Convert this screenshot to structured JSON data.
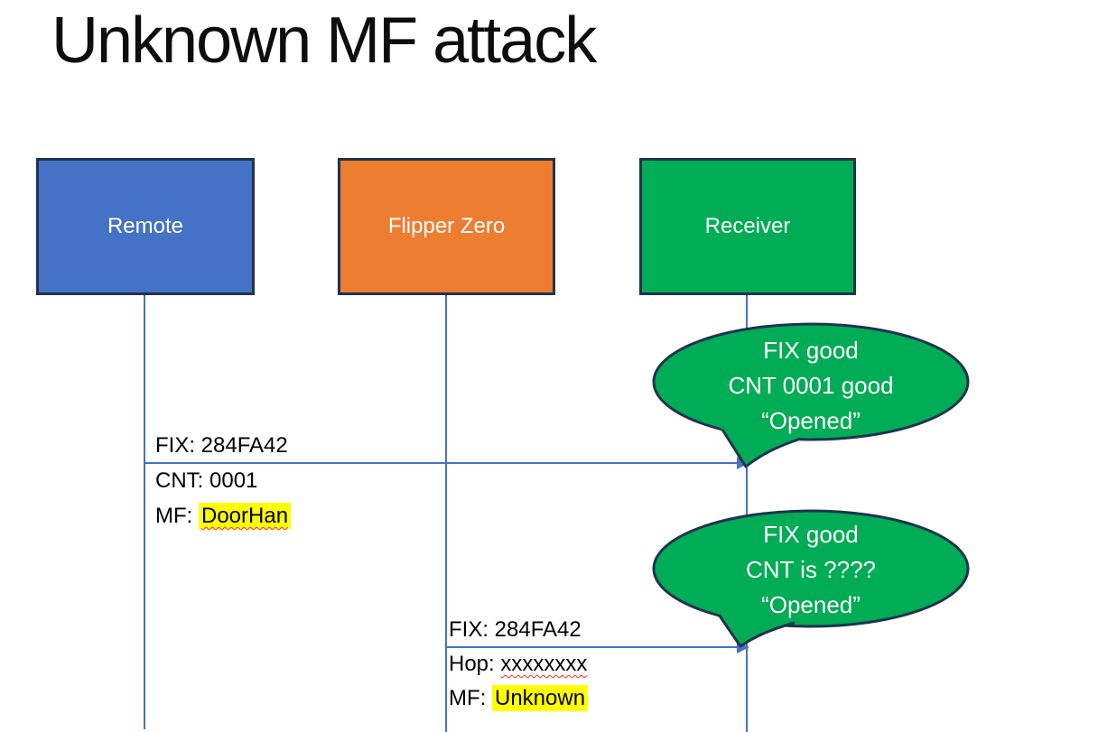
{
  "slide": {
    "title": "Unknown MF attack"
  },
  "actors": [
    {
      "label": "Remote",
      "fill": "#4472C4"
    },
    {
      "label": "Flipper Zero",
      "fill": "#ED7D31"
    },
    {
      "label": "Receiver",
      "fill": "#00AC55"
    }
  ],
  "messages": [
    {
      "from": "Remote",
      "to": "Receiver",
      "line1": "FIX: 284FA42",
      "line2": "CNT: 0001",
      "line3_prefix": "MF: ",
      "line3_value": "DoorHan"
    },
    {
      "from": "Flipper Zero",
      "to": "Receiver",
      "line1": "FIX: 284FA42",
      "line2_prefix": "Hop: ",
      "line2_value": "xxxxxxxx",
      "line3_prefix": "MF: ",
      "line3_value": "Unknown"
    }
  ],
  "callouts": [
    {
      "line1": "FIX good",
      "line2": "CNT 0001 good",
      "line3": "“Opened”"
    },
    {
      "line1": "FIX good",
      "line2": "CNT is ????",
      "line3": "“Opened”"
    }
  ],
  "colors": {
    "outline": "#1F3352",
    "connector": "#4472C4",
    "callout_fill": "#00AC55",
    "highlight": "#FFFF00",
    "spellcheck_underline": "#FF2A1A"
  }
}
